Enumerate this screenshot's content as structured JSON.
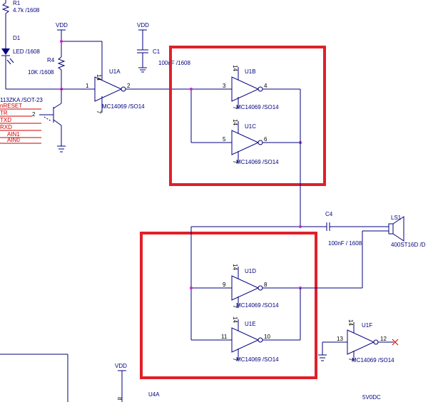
{
  "parts": {
    "r1": {
      "ref": "R1",
      "value": "4.7k /1608"
    },
    "d1": {
      "ref": "D1",
      "value": "LED /1608"
    },
    "r4": {
      "ref": "R4",
      "value": "10K /1608"
    },
    "c1": {
      "ref": "C1",
      "value": "100nF /1608"
    },
    "c4": {
      "ref": "C4",
      "value": "100nF / 1608"
    },
    "ls1": {
      "ref": "LS1",
      "value": "400ST16D /D"
    },
    "transistor": {
      "value": "113ZKA /SOT-23"
    },
    "u1a": {
      "ref": "U1A",
      "part": "MC14069 /SO14",
      "in": "1",
      "out": "2",
      "vdd": "14",
      "gnd": "7"
    },
    "u1b": {
      "ref": "U1B",
      "part": "MC14069 /SO14",
      "in": "3",
      "out": "4",
      "vdd": "14",
      "gnd": "7"
    },
    "u1c": {
      "ref": "U1C",
      "part": "MC14069 /SO14",
      "in": "5",
      "out": "6",
      "vdd": "14",
      "gnd": "7"
    },
    "u1d": {
      "ref": "U1D",
      "part": "MC14069 /SO14",
      "in": "9",
      "out": "8",
      "vdd": "14",
      "gnd": "7"
    },
    "u1e": {
      "ref": "U1E",
      "part": "MC14069 /SO14",
      "in": "11",
      "out": "10",
      "vdd": "14",
      "gnd": "7"
    },
    "u1f": {
      "ref": "U1F",
      "part": "MC14069 /SO14",
      "in": "13",
      "out": "12",
      "vdd": "14",
      "gnd": "7"
    },
    "u4a": {
      "ref": "U4A",
      "pin": "8"
    },
    "supply_5v": {
      "label": "5V0DC"
    }
  },
  "power": {
    "vdd": "VDD"
  },
  "nets": [
    "nRESET",
    "TR",
    "TXD",
    "RXD",
    "AIN1",
    "AIN0"
  ],
  "transistor_base_pin": "2",
  "highlight_color": "#e0202a"
}
